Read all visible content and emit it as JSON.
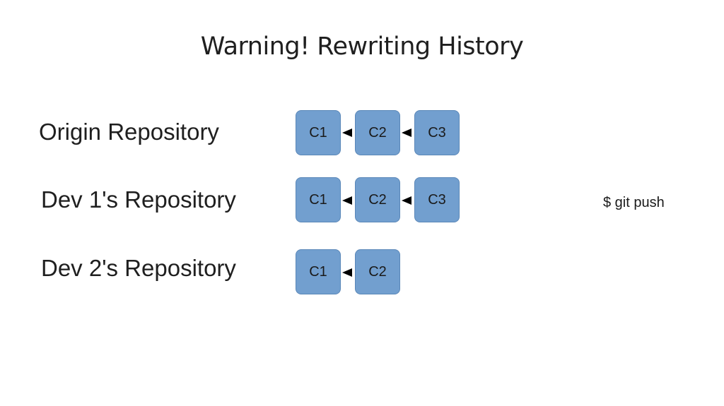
{
  "title": "Warning! Rewriting History",
  "repos": [
    {
      "label": "Origin Repository",
      "commits": [
        "C1",
        "C2",
        "C3"
      ]
    },
    {
      "label": "Dev 1's Repository",
      "commits": [
        "C1",
        "C2",
        "C3"
      ]
    },
    {
      "label": "Dev 2's Repository",
      "commits": [
        "C1",
        "C2"
      ]
    }
  ],
  "command": "$ git push",
  "colors": {
    "commit_fill": "#729fcf",
    "commit_border": "#5a87b8",
    "arrow": "#000000"
  }
}
